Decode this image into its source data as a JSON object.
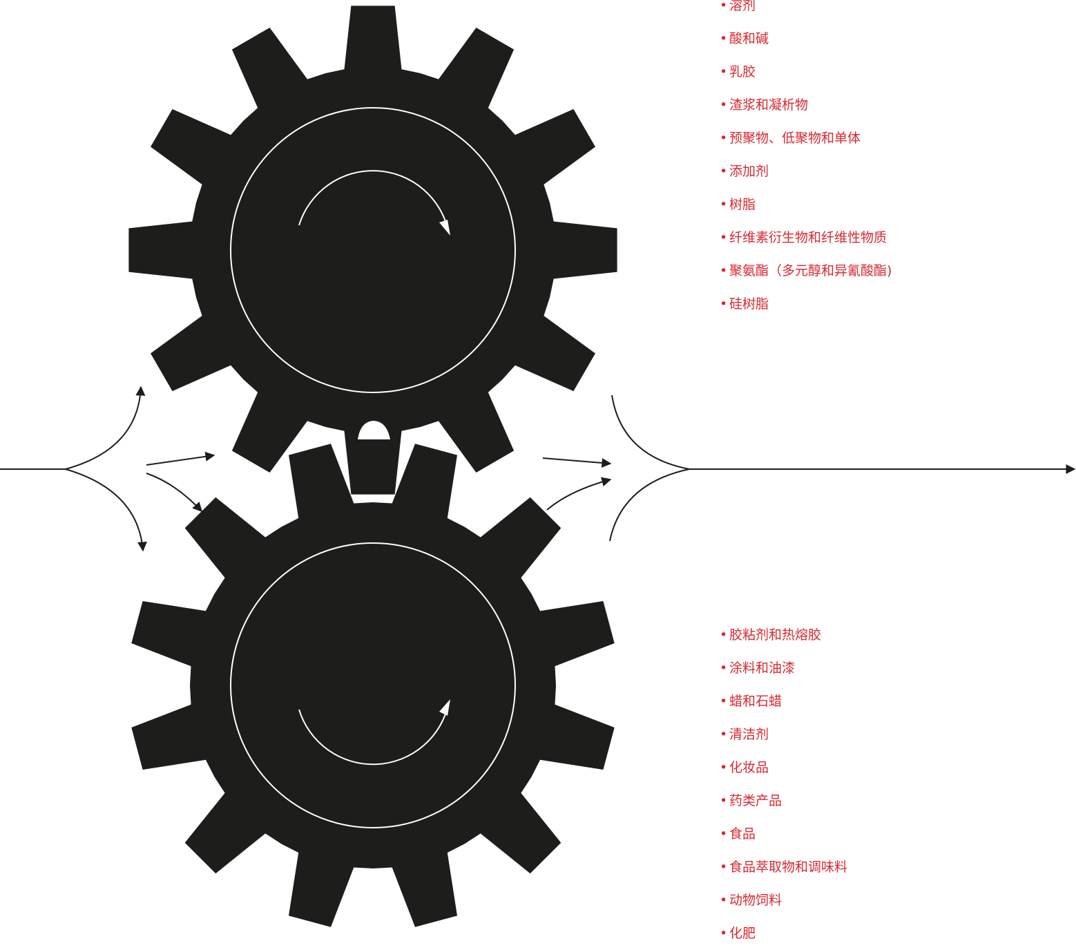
{
  "colors": {
    "gear": "#1d1d1b",
    "text": "#d9282f",
    "background": "#ffffff"
  },
  "bullet": "•",
  "lists": {
    "top": [
      "溶剂",
      "酸和碱",
      "乳胶",
      "渣浆和凝析物",
      "预聚物、低聚物和单体",
      "添加剂",
      "树脂",
      "纤维素衍生物和纤维性物质",
      "聚氨酯（多元醇和异氰酸酯)",
      "硅树脂"
    ],
    "bottom": [
      "胶粘剂和热熔胶",
      "涂料和油漆",
      "蜡和石蜡",
      "清洁剂",
      "化妆品",
      "药类产品",
      "食品",
      "食品萃取物和调味料",
      "动物饲料",
      "化肥"
    ]
  }
}
